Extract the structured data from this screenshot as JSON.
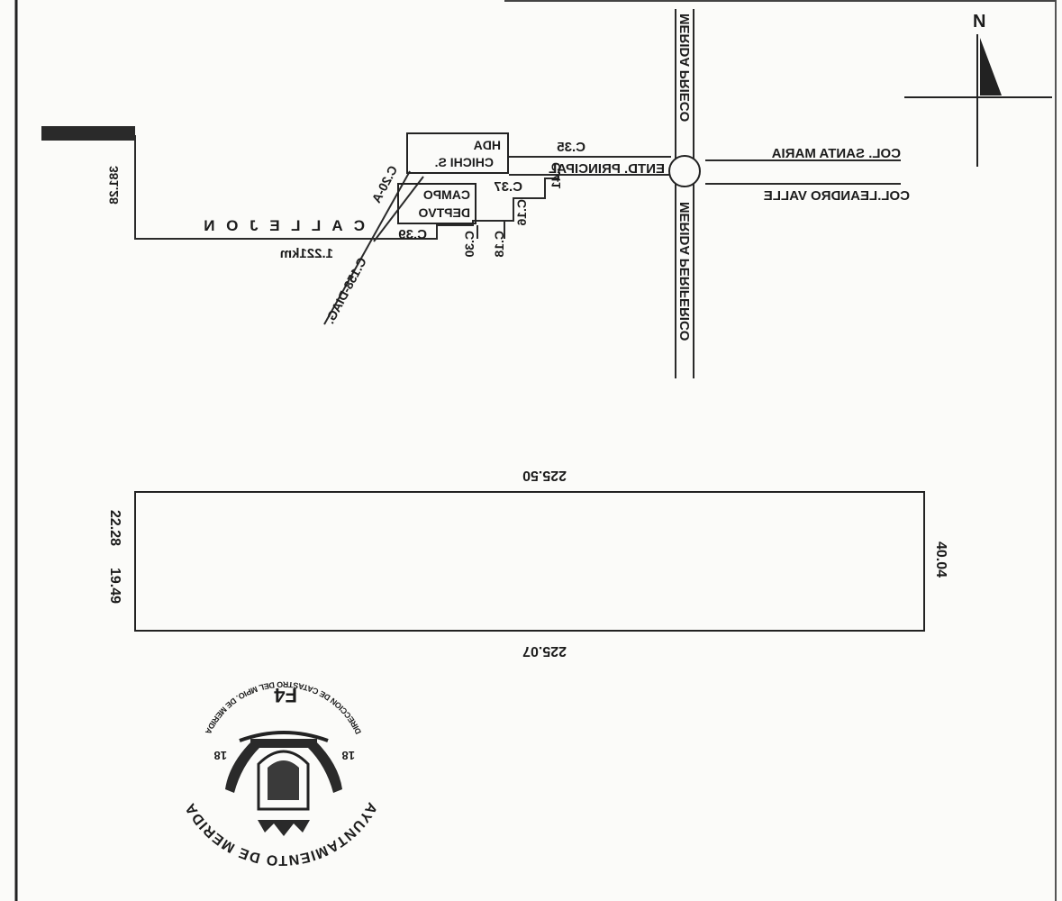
{
  "map": {
    "north_label": "N",
    "roads": {
      "periferico_top": "MERIDA PRIECO",
      "periferico_bottom": "MERIDA PERIFERICO",
      "col_santa_maria": "COL. SANTA MARIA",
      "col_leandro_valle": "COL.LEANDRO VALLE",
      "c35": "C.35",
      "entd_principal": "ENTD. PRINCIPAL",
      "c37": "C.37",
      "c41": "C.41",
      "c39": "C.39",
      "c20a": "C.20-A",
      "c158_diag": "C.158-DIAG.",
      "c30": "C.30",
      "c18": "C.18",
      "c16": "C.16",
      "callejon": "C A L L E J O N",
      "callejon_length": "1.221km",
      "left_distance": "381.28"
    },
    "landmarks": {
      "hda_line1": "HDA",
      "hda_line2": "CHICHI S.",
      "campo_line1": "CAMPO",
      "campo_line2": "DEPTVO"
    }
  },
  "lot": {
    "top": "225.50",
    "bottom": "225.07",
    "right": "40.04",
    "left_a": "22.28",
    "left_b": "19.49"
  },
  "seal": {
    "arc_text": "AYUNTAMIENTO DE MERIDA",
    "bottom_text": "DIRECCION DE CATASTRO DEL MPIO. DE MERIDA",
    "number_left": "18",
    "number_right": "18",
    "code": "F4"
  }
}
